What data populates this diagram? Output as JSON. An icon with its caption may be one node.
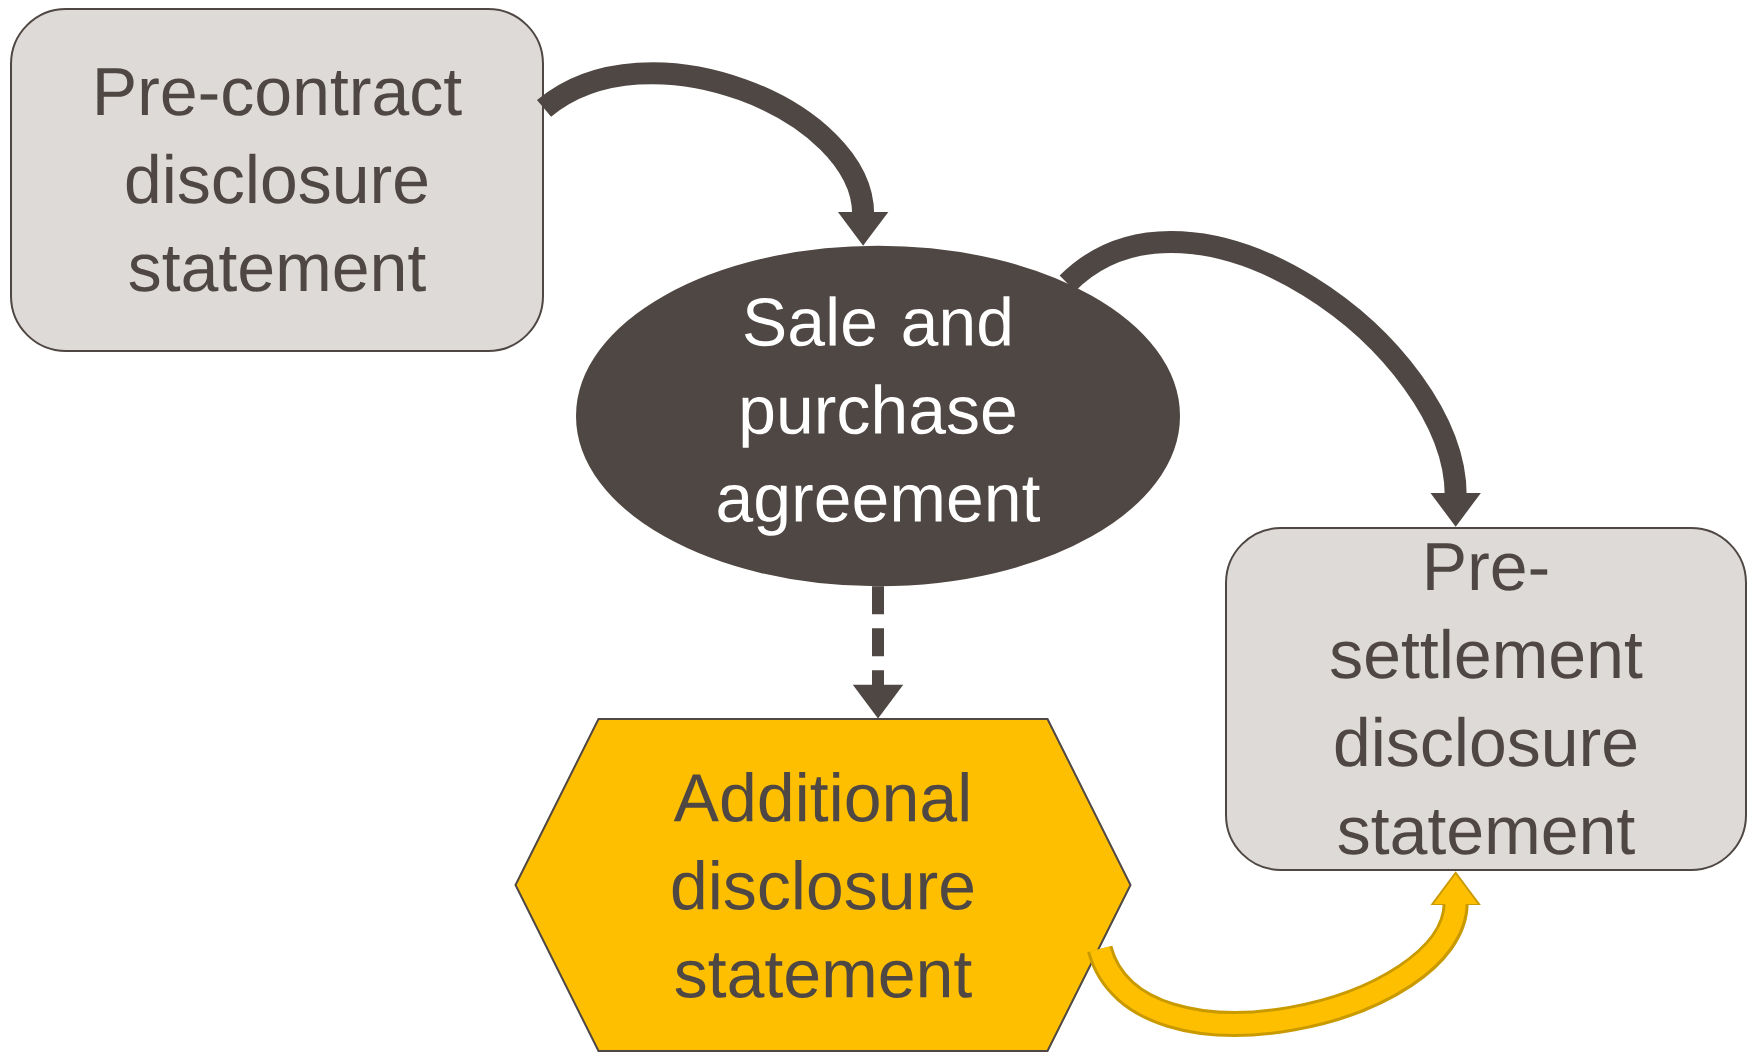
{
  "diagram": {
    "nodes": [
      {
        "text": [
          "Pre-contract disclosure statement"
        ]
      },
      {
        "text": [
          "Sale and purchase agreement"
        ]
      },
      {
        "text": [
          "Additional disclosure statement"
        ]
      },
      {
        "text": [
          "Pre-settlement disclosure statement"
        ]
      }
    ],
    "edges": [
      {
        "from": 0,
        "to": 1,
        "arrow": "to"
      },
      {
        "from": 1,
        "to": 3,
        "arrow": "to"
      },
      {
        "from": 1,
        "to": 2,
        "arrow": "to",
        "style": "dashed"
      },
      {
        "from": 2,
        "to": 3,
        "arrow": "to",
        "color": "#fdbf00"
      }
    ]
  }
}
